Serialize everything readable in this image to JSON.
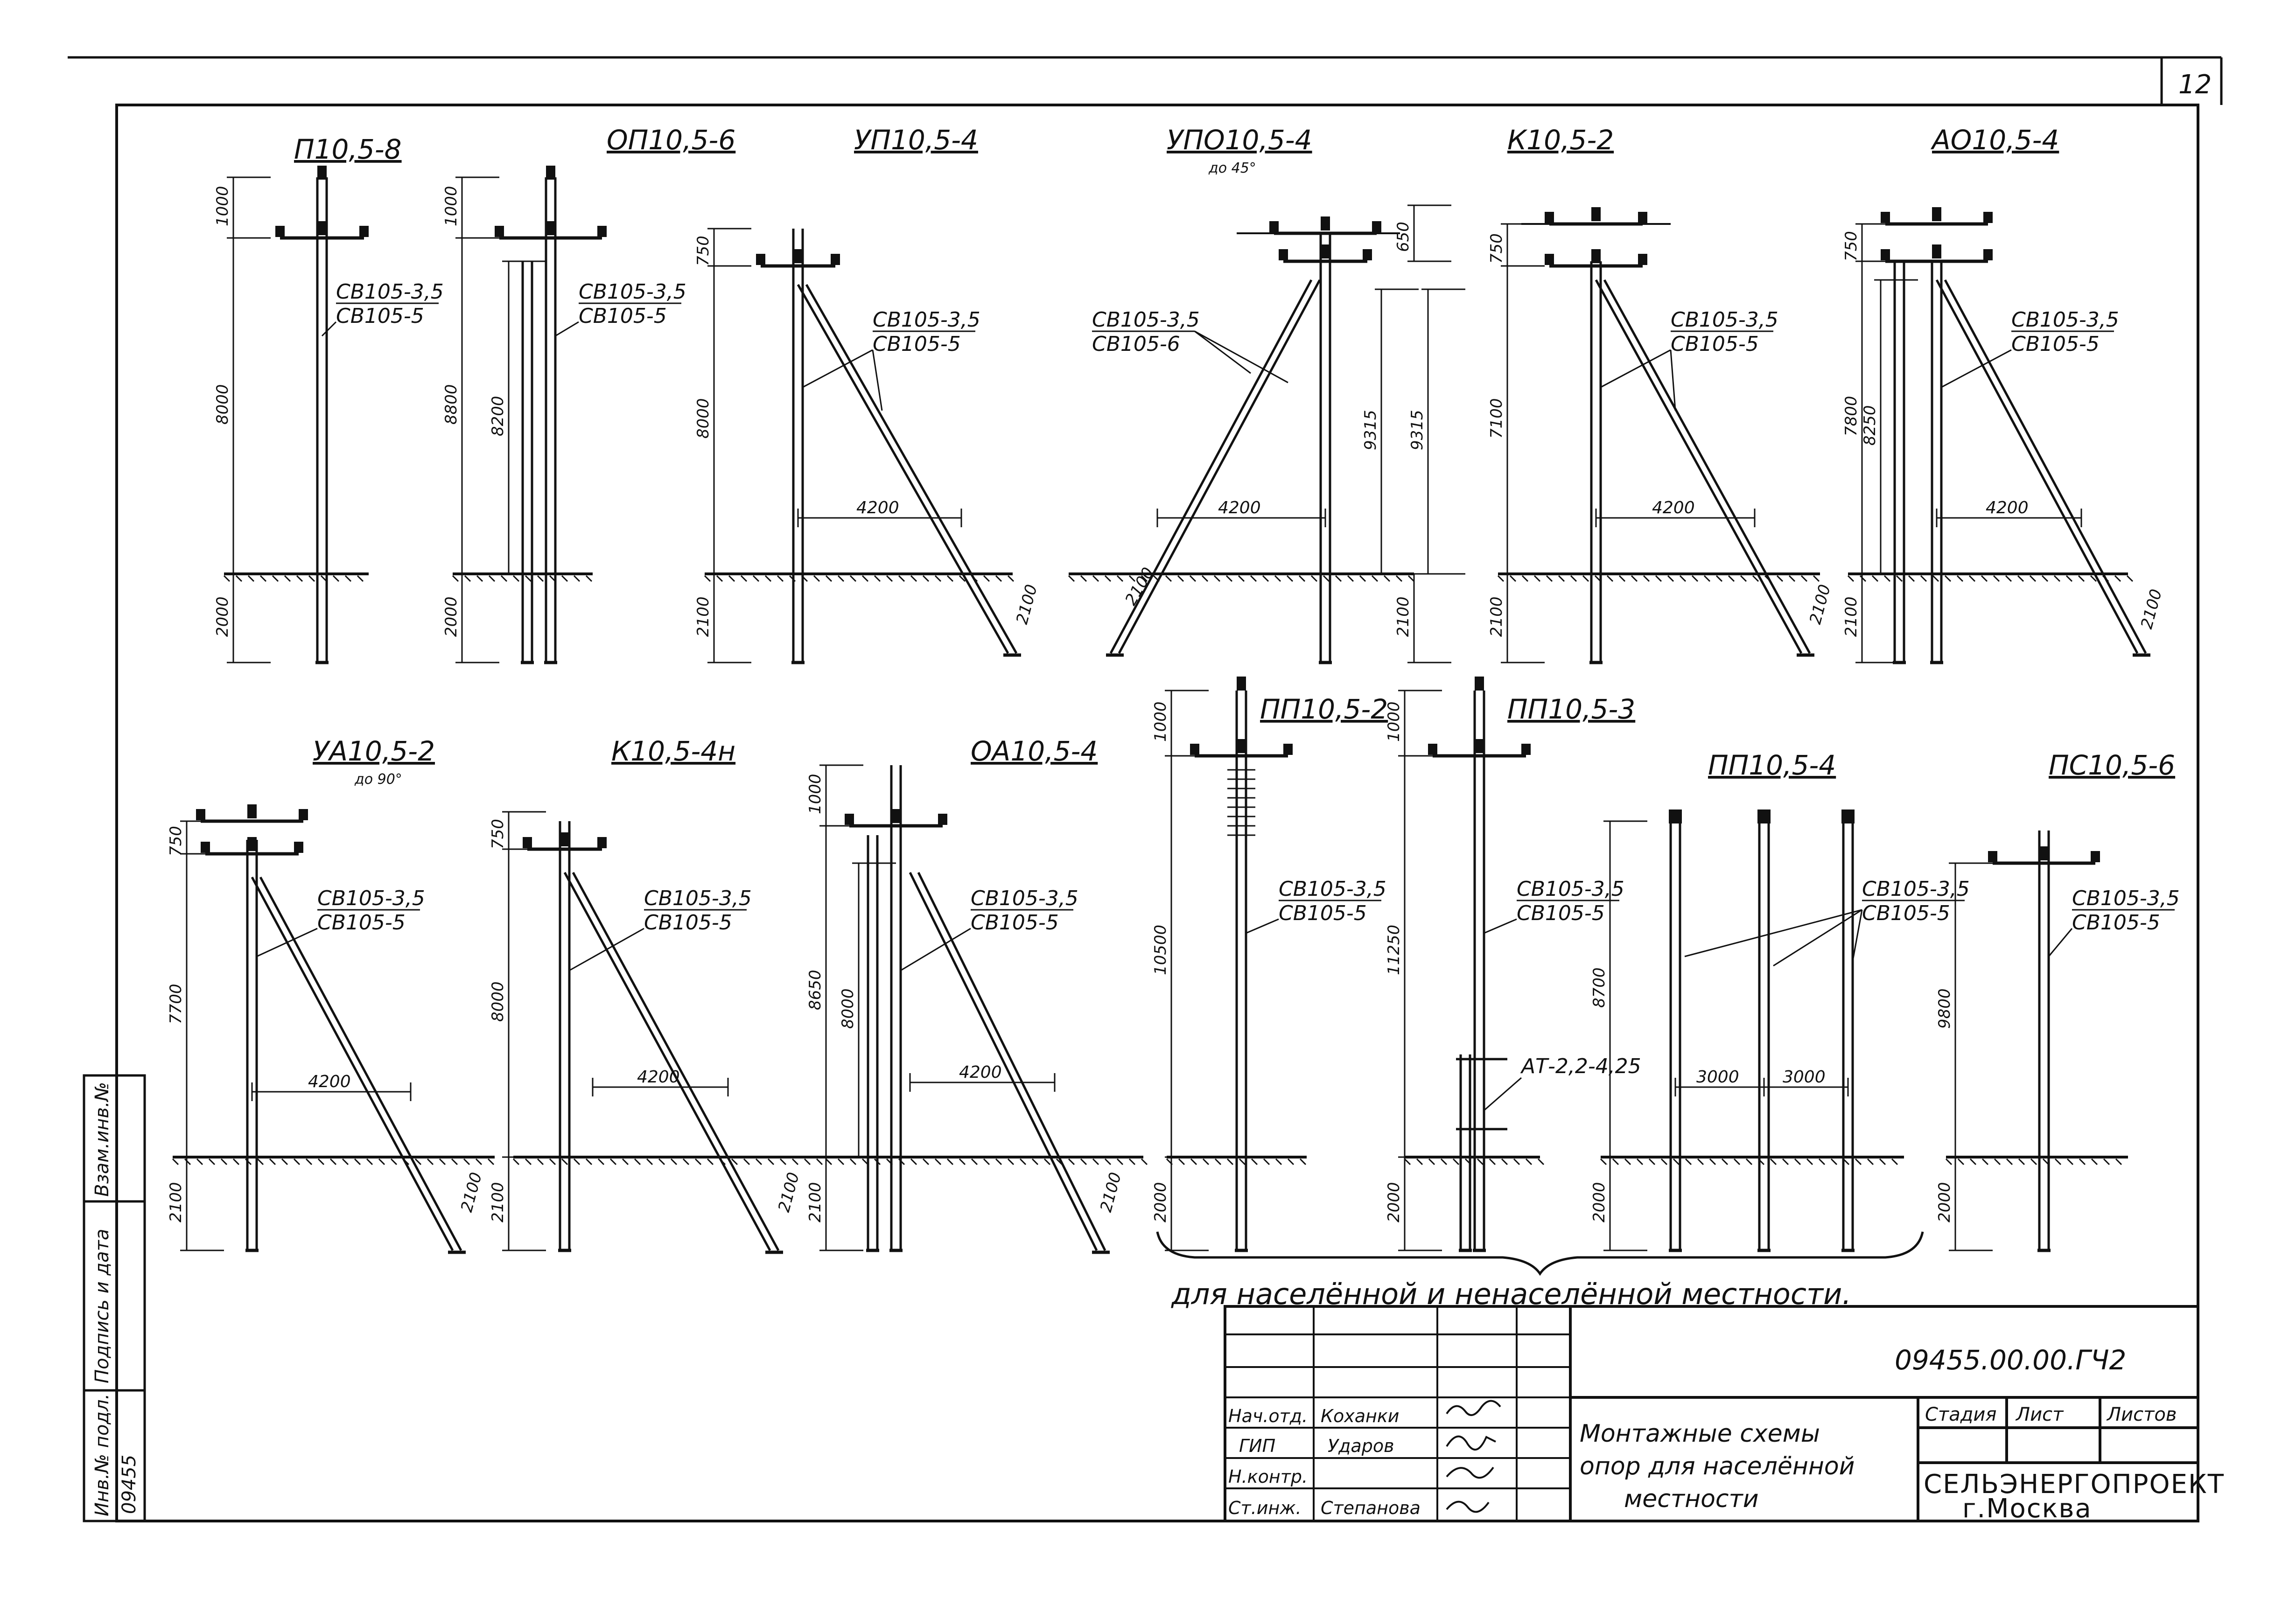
{
  "sheet_number": "12",
  "footnote": "для населённой и ненаселённой местности.",
  "pole_types": [
    {
      "title": "П10,5-8",
      "subtitle": "",
      "wire": [
        "СВ105-3,5",
        "СВ105-5"
      ],
      "dims": [
        "1000",
        "8000",
        "2000"
      ],
      "span": ""
    },
    {
      "title": "ОП10,5-6",
      "subtitle": "",
      "wire": [
        "СВ105-3,5",
        "СВ105-5"
      ],
      "dims": [
        "1000",
        "8200",
        "8800",
        "2000"
      ],
      "span": ""
    },
    {
      "title": "УП10,5-4",
      "subtitle": "",
      "wire": [
        "СВ105-3,5",
        "СВ105-5"
      ],
      "dims": [
        "750",
        "8000",
        "2100",
        "2100"
      ],
      "span": "4200"
    },
    {
      "title": "УПО10,5-4",
      "subtitle": "до 45°",
      "wire": [
        "СВ105-3,5",
        "СВ105-6"
      ],
      "dims": [
        "650",
        "9315",
        "9315",
        "2100",
        "2100"
      ],
      "span": "4200"
    },
    {
      "title": "К10,5-2",
      "subtitle": "",
      "wire": [
        "СВ105-3,5",
        "СВ105-5"
      ],
      "dims": [
        "750",
        "7100",
        "2100",
        "2100"
      ],
      "span": "4200"
    },
    {
      "title": "АО10,5-4",
      "subtitle": "",
      "wire": [
        "СВ105-3,5",
        "СВ105-5"
      ],
      "dims": [
        "750",
        "7800",
        "8250",
        "2100",
        "2100"
      ],
      "span": "4200"
    },
    {
      "title": "УА10,5-2",
      "subtitle": "до 90°",
      "wire": [
        "СВ105-3,5",
        "СВ105-5"
      ],
      "dims": [
        "750",
        "7700",
        "2100",
        "2100"
      ],
      "span": "4200"
    },
    {
      "title": "К10,5-4н",
      "subtitle": "",
      "wire": [
        "СВ105-3,5",
        "СВ105-5"
      ],
      "dims": [
        "750",
        "8000",
        "2100",
        "2100"
      ],
      "span": "4200"
    },
    {
      "title": "ОА10,5-4",
      "subtitle": "",
      "wire": [
        "СВ105-3,5",
        "СВ105-5"
      ],
      "dims": [
        "1000",
        "8650",
        "8000",
        "2100",
        "2100"
      ],
      "span": "4200"
    },
    {
      "title": "ПП10,5-2",
      "subtitle": "",
      "wire": [
        "СВ105-3,5",
        "СВ105-5"
      ],
      "dims": [
        "1000",
        "10500",
        "2000"
      ],
      "span": ""
    },
    {
      "title": "ПП10,5-3",
      "subtitle": "",
      "wire": [
        "СВ105-3,5",
        "СВ105-5"
      ],
      "dims": [
        "1000",
        "11250",
        "2000"
      ],
      "span": "",
      "extra": "АТ-2,2-4,25"
    },
    {
      "title": "ПП10,5-4",
      "subtitle": "",
      "wire": [
        "СВ105-3,5",
        "СВ105-5"
      ],
      "dims": [
        "8700",
        "2000"
      ],
      "span": "3000",
      "span2": "3000"
    },
    {
      "title": "ПС10,5-6",
      "subtitle": "",
      "wire": [
        "СВ105-3,5",
        "СВ105-5"
      ],
      "dims": [
        "9800",
        "2000"
      ],
      "span": ""
    }
  ],
  "stamp": {
    "doc_code": "09455.00.00.ГЧ2",
    "sheet_title_lines": [
      "Монтажные схемы",
      "опор для населённой",
      "местности"
    ],
    "roles": [
      "Нач.отд.",
      "ГИП",
      "Н.контр.",
      "Ст.инж."
    ],
    "names": [
      "Коханки",
      "Ударов",
      "",
      "Степанова"
    ],
    "headers": [
      "Стадия",
      "Лист",
      "Листов"
    ],
    "org_lines": [
      "СЕЛЬЭНЕРГОПРОЕКТ",
      "г.Москва"
    ]
  },
  "side_strip": {
    "labels": [
      "Инв.№ подл.",
      "Подпись и дата",
      "Взам.инв.№"
    ],
    "inv_number": "09455"
  }
}
